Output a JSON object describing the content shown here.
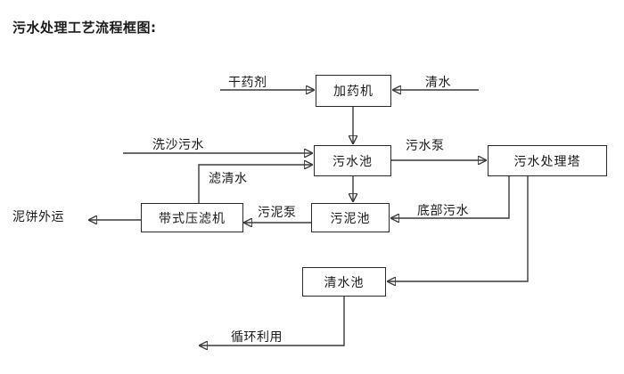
{
  "title": "污水处理工艺流程框图:",
  "nodes": {
    "dosing_machine": "加药机",
    "sewage_pool": "污水池",
    "treatment_tower": "污水处理塔",
    "sludge_pool": "污泥池",
    "belt_filter_press": "带式压滤机",
    "clean_water_pool": "清水池"
  },
  "edge_labels": {
    "dry_chemical": "干药剂",
    "clean_water_in": "清水",
    "sand_wash_sewage": "洗沙污水",
    "filtered_clear_water": "滤清水",
    "sewage_pump": "污水泵",
    "sludge_pump": "污泥泵",
    "bottom_sewage": "底部污水",
    "mud_cake_out": "泥饼外运",
    "recycle_use": "循环利用"
  },
  "colors": {
    "stroke": "#3a3a3a",
    "box_border": "#2b2b2b",
    "text": "#1a1a1a",
    "background": "#ffffff"
  }
}
